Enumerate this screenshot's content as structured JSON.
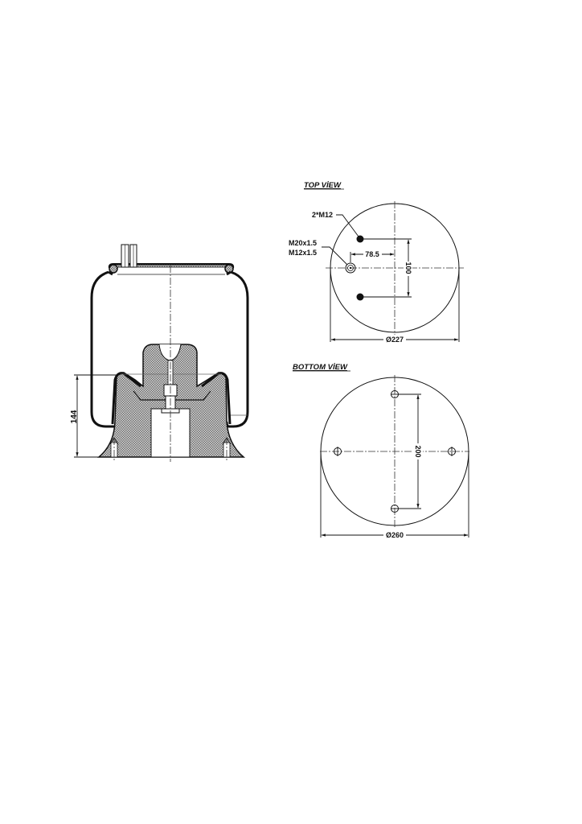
{
  "side_view": {
    "height_dim": "144"
  },
  "top_view": {
    "title": "TOP VİEW",
    "stud_label": "2*M12",
    "air_inlet_label_1": "M20x1.5",
    "air_inlet_label_2": "M12x1.5",
    "offset_dim": "78.5",
    "stud_spacing_dim": "100",
    "diameter_dim": "Ø227"
  },
  "bottom_view": {
    "title": "BOTTOM VİEW",
    "hole_spacing_dim": "200",
    "diameter_dim": "Ø260"
  },
  "colors": {
    "line": "#111111",
    "hatch": "#8a8a8a",
    "background": "#ffffff"
  }
}
